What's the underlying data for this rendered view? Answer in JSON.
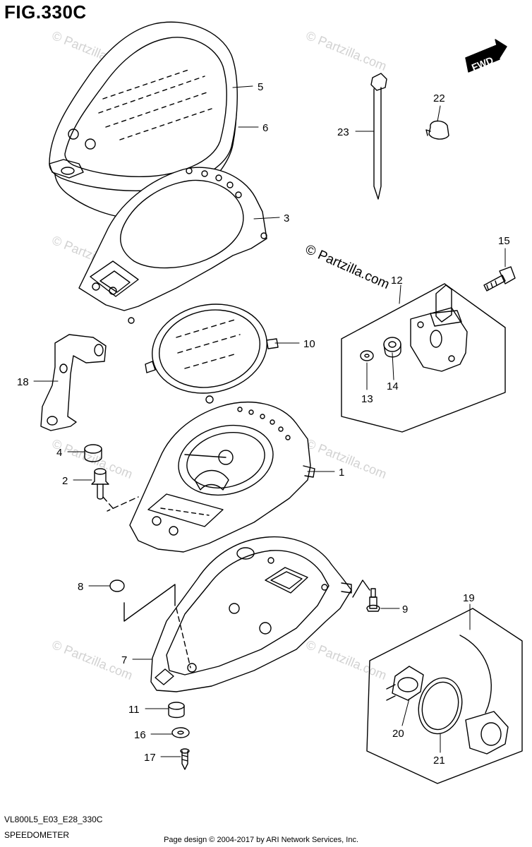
{
  "figure": {
    "title": "FIG.330C",
    "code": "VL800L5_E03_E28_330C",
    "name": "SPEEDOMETER"
  },
  "footer": {
    "page_design": "Page design © 2004-2017 by ARI Network Services, Inc."
  },
  "watermark": {
    "text": "© Partzilla.com"
  },
  "direction_badge": "FWD",
  "parts": [
    {
      "id": "p1",
      "number": "1"
    },
    {
      "id": "p2",
      "number": "2"
    },
    {
      "id": "p3",
      "number": "3"
    },
    {
      "id": "p4",
      "number": "4"
    },
    {
      "id": "p5",
      "number": "5"
    },
    {
      "id": "p6",
      "number": "6"
    },
    {
      "id": "p7",
      "number": "7"
    },
    {
      "id": "p8",
      "number": "8"
    },
    {
      "id": "p9",
      "number": "9"
    },
    {
      "id": "p10",
      "number": "10"
    },
    {
      "id": "p11",
      "number": "11"
    },
    {
      "id": "p12",
      "number": "12"
    },
    {
      "id": "p13",
      "number": "13"
    },
    {
      "id": "p14",
      "number": "14"
    },
    {
      "id": "p15",
      "number": "15"
    },
    {
      "id": "p16",
      "number": "16"
    },
    {
      "id": "p17",
      "number": "17"
    },
    {
      "id": "p18",
      "number": "18"
    },
    {
      "id": "p19",
      "number": "19"
    },
    {
      "id": "p20",
      "number": "20"
    },
    {
      "id": "p21",
      "number": "21"
    },
    {
      "id": "p22",
      "number": "22"
    },
    {
      "id": "p23",
      "number": "23"
    }
  ]
}
